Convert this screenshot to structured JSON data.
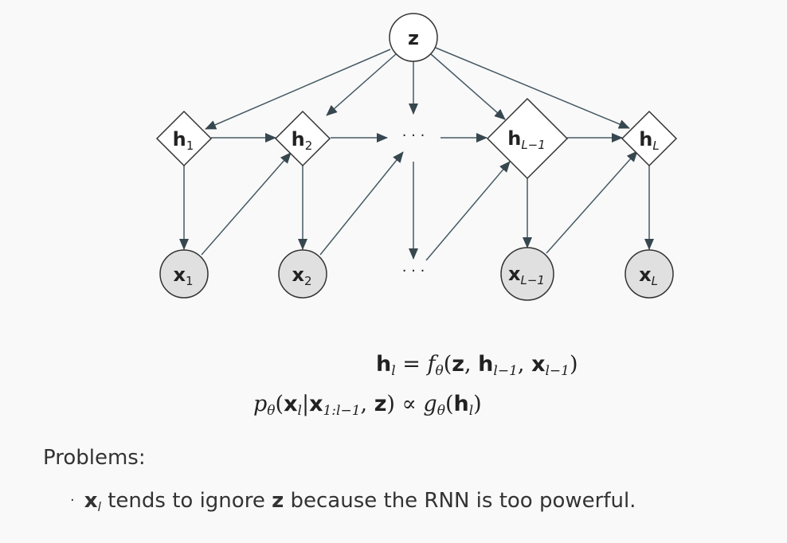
{
  "diagram": {
    "latent": "z",
    "hidden": [
      {
        "main": "h",
        "sub": "1"
      },
      {
        "main": "h",
        "sub": "2"
      },
      {
        "main": "h",
        "sub": "L−1"
      },
      {
        "main": "h",
        "sub": "L"
      }
    ],
    "observed": [
      {
        "main": "x",
        "sub": "1"
      },
      {
        "main": "x",
        "sub": "2"
      },
      {
        "main": "x",
        "sub": "L−1"
      },
      {
        "main": "x",
        "sub": "L"
      }
    ],
    "ellipsis": "· · ·"
  },
  "equations": {
    "eq1": {
      "h": "h",
      "h_sub": "l",
      "eq": " = ",
      "f": "f",
      "f_sub": "θ",
      "open": "(",
      "z": "z",
      "c1": ", ",
      "h2": "h",
      "h2_sub": "l−1",
      "c2": ", ",
      "x": "x",
      "x_sub": "l−1",
      "close": ")"
    },
    "eq2": {
      "p": "p",
      "p_sub": "θ",
      "open": "(",
      "x": "x",
      "x_sub": "l",
      "bar": "|",
      "x2": "x",
      "x2_sub": "1:l−1",
      "c1": ", ",
      "z": "z",
      "close": ")",
      "prop": " ∝ ",
      "g": "g",
      "g_sub": "θ",
      "open2": "(",
      "h": "h",
      "h_sub": "l",
      "close2": ")"
    }
  },
  "problems": {
    "heading": "Problems:",
    "bullet": "·",
    "item_var": "x",
    "item_var_sub": "l",
    "item_text1": " tends to ignore ",
    "item_z": "z",
    "item_text2": " because the RNN is too powerful."
  }
}
